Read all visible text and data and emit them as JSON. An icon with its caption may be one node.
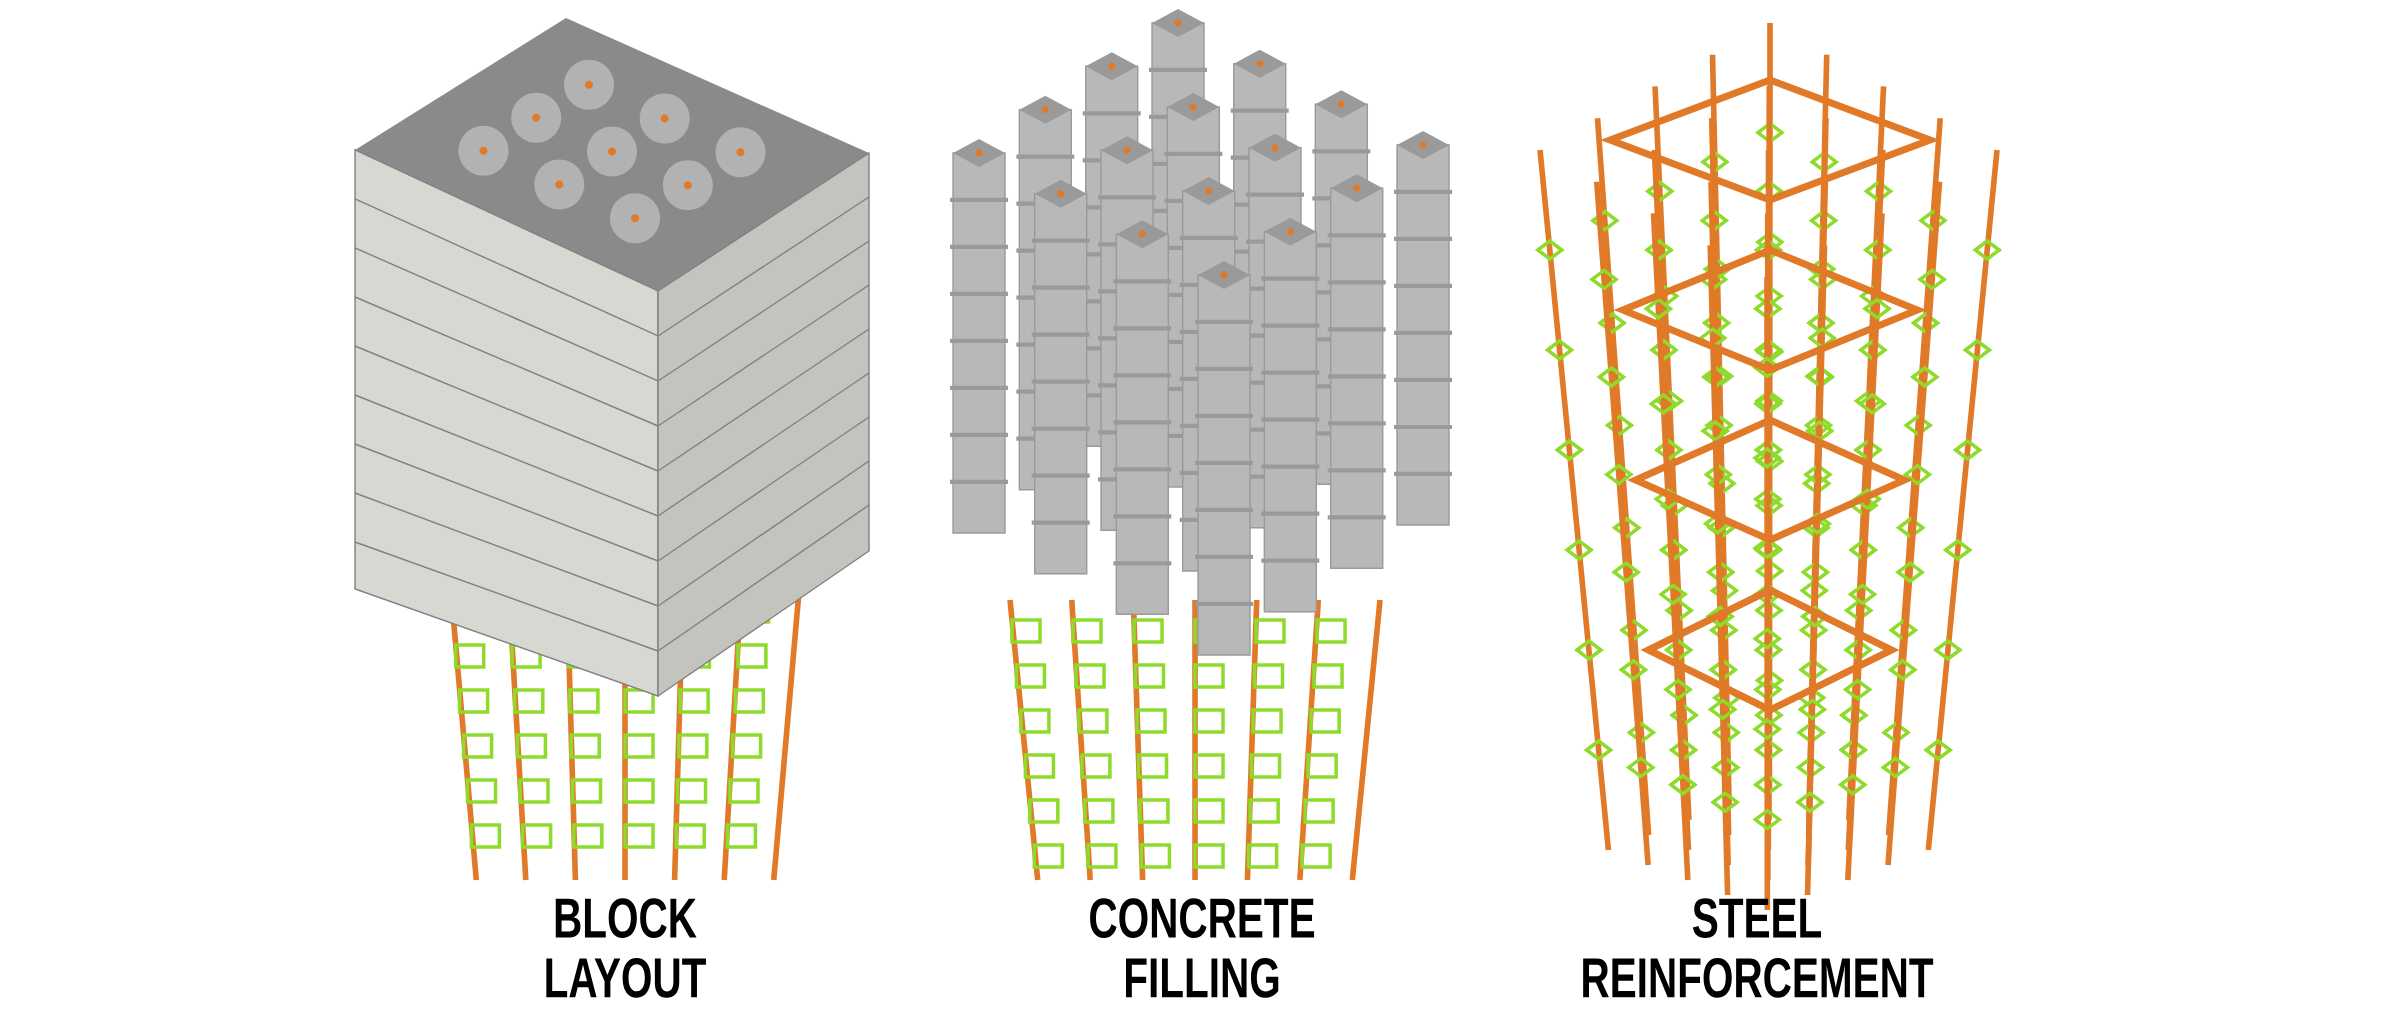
{
  "diagram": {
    "labels": [
      "BLOCK LAYOUT",
      "CONCRETE FILLING",
      "STEEL REINFORCEMENT"
    ]
  }
}
